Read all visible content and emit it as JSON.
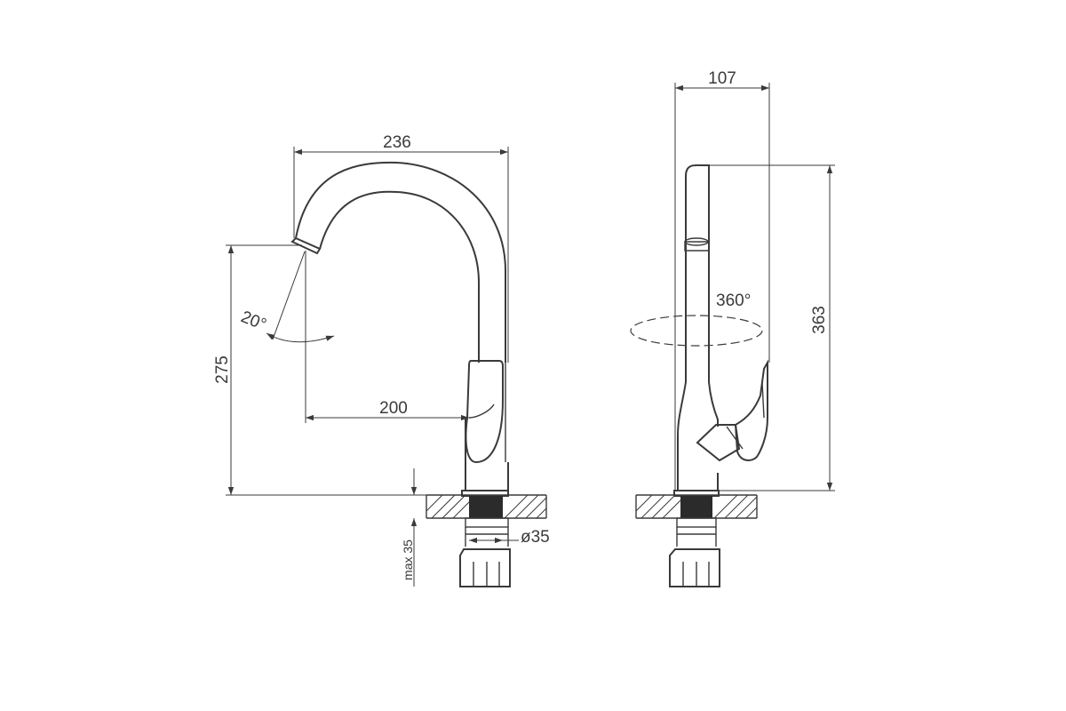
{
  "front_view": {
    "width_label": "236",
    "reach_label": "200",
    "height_label": "275",
    "angle_label": "20°",
    "diameter_label": "ø35",
    "max_thickness_label": "max 35"
  },
  "side_view": {
    "depth_label": "107",
    "height_label": "363",
    "rotation_label": "360°"
  }
}
